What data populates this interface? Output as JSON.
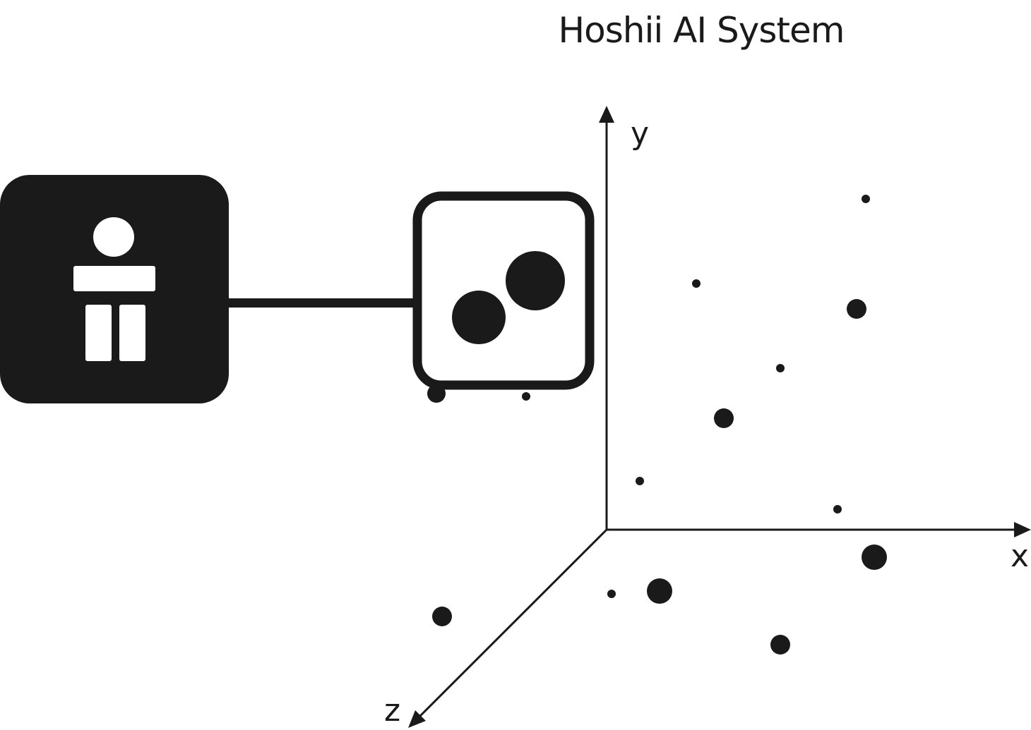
{
  "title": "Hoshii AI System",
  "axes": {
    "x_label": "x",
    "y_label": "y",
    "z_label": "z"
  },
  "icons": {
    "user": "person-icon",
    "model": "two-circles-icon"
  },
  "colors": {
    "foreground": "#1a1a1a",
    "background": "#ffffff"
  }
}
